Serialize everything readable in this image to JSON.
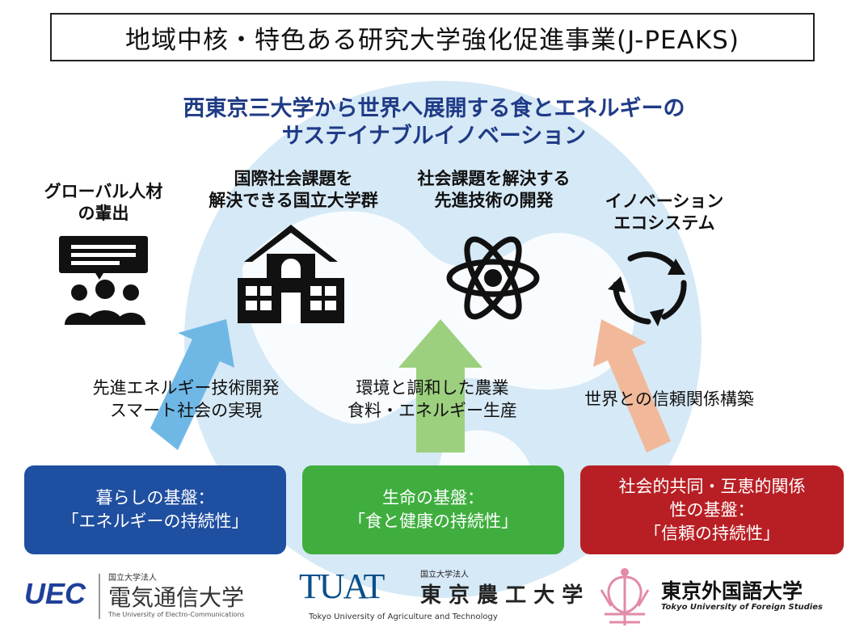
{
  "title": "地域中核・特色ある研究大学強化促進事業(J-PEAKS)",
  "subtitle": {
    "line1": "西東京三大学から世界へ展開する食とエネルギーの",
    "line2": "サステイナブルイノベーション"
  },
  "pillars": [
    {
      "line1": "グローバル人材",
      "line2": "の輩出",
      "icon": "presentation-audience-icon"
    },
    {
      "line1": "国際社会課題を",
      "line2": "解決できる国立大学群",
      "icon": "university-building-icon"
    },
    {
      "line1": "社会課題を解決する",
      "line2": "先進技術の開発",
      "icon": "atom-icon"
    },
    {
      "line1": "イノベーション",
      "line2": "エコシステム",
      "icon": "cycle-arrows-icon"
    }
  ],
  "goals": [
    {
      "line1": "先進エネルギー技術開発",
      "line2": "スマート社会の実現"
    },
    {
      "line1": "環境と調和した農業",
      "line2": "食料・エネルギー生産"
    },
    {
      "line1": "世界との信頼関係構築"
    }
  ],
  "bases": [
    {
      "line1": "暮らしの基盤：",
      "line2": "「エネルギーの持続性」",
      "color": "#1f4fa0"
    },
    {
      "line1": "生命の基盤：",
      "line2": "「食と健康の持続性」",
      "color": "#3fae3f"
    },
    {
      "line1": "社会的共同・互恵的関係",
      "line2": "性の基盤：",
      "line3": "「信頼の持続性」",
      "color": "#b81f24"
    }
  ],
  "colors": {
    "globe": "#d6e9f6",
    "arrow_blue": "#6fb8e6",
    "arrow_green": "#9cd07f",
    "arrow_orange": "#f1b99a"
  },
  "logos": {
    "uec": {
      "mark": "UEC",
      "legal": "国立大学法人",
      "name": "電気通信大学",
      "english": "The University of Electro-Communications"
    },
    "tuat": {
      "mark": "TUAT",
      "legal": "国立大学法人",
      "name": "東 京 農 工 大 学",
      "english": "Tokyo University of Agriculture and Technology"
    },
    "tufs": {
      "name": "東京外国語大学",
      "english": "Tokyo University of Foreign Studies"
    }
  }
}
